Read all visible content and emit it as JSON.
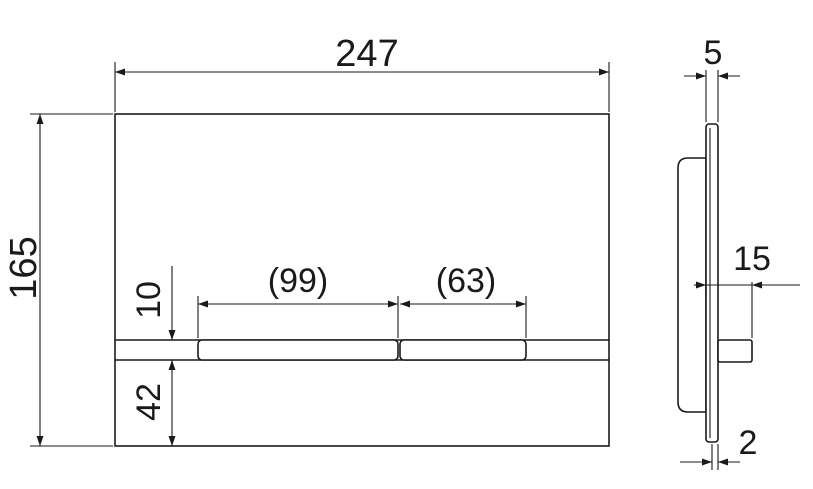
{
  "diagram": {
    "front_view": {
      "width_label": "247",
      "height_label": "165",
      "button_gap_label": "10",
      "bottom_label": "42",
      "button_left_label": "(99)",
      "button_right_label": "(63)"
    },
    "side_view": {
      "thickness_label": "5",
      "offset_label": "15",
      "depth_label": "2"
    }
  }
}
